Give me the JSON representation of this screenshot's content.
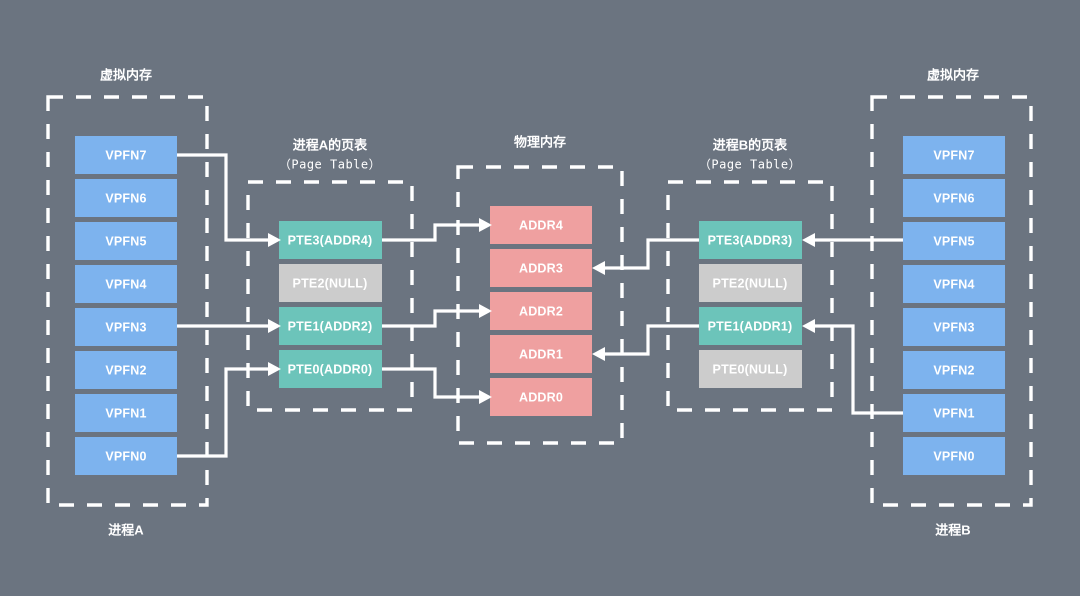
{
  "theme": {
    "background": "#6b7480",
    "line": "#ffffff",
    "blue": "#7db3ee",
    "teal": "#6cc4ba",
    "gray": "#cccccc",
    "pink": "#efa0a0",
    "text": "#ffffff"
  },
  "left_virtual_memory": {
    "title": "虚拟内存",
    "process_label": "进程A",
    "pages": [
      {
        "label": "VPFN7"
      },
      {
        "label": "VPFN6"
      },
      {
        "label": "VPFN5"
      },
      {
        "label": "VPFN4"
      },
      {
        "label": "VPFN3"
      },
      {
        "label": "VPFN2"
      },
      {
        "label": "VPFN1"
      },
      {
        "label": "VPFN0"
      }
    ]
  },
  "page_table_a": {
    "title": "进程A的页表",
    "subtitle": "（Page Table）",
    "entries": [
      {
        "label": "PTE3(ADDR4)",
        "state": "mapped"
      },
      {
        "label": "PTE2(NULL)",
        "state": "null"
      },
      {
        "label": "PTE1(ADDR2)",
        "state": "mapped"
      },
      {
        "label": "PTE0(ADDR0)",
        "state": "mapped"
      }
    ]
  },
  "physical_memory": {
    "title": "物理内存",
    "frames": [
      {
        "label": "ADDR4"
      },
      {
        "label": "ADDR3"
      },
      {
        "label": "ADDR2"
      },
      {
        "label": "ADDR1"
      },
      {
        "label": "ADDR0"
      }
    ]
  },
  "page_table_b": {
    "title": "进程B的页表",
    "subtitle": "（Page Table）",
    "entries": [
      {
        "label": "PTE3(ADDR3)",
        "state": "mapped"
      },
      {
        "label": "PTE2(NULL)",
        "state": "null"
      },
      {
        "label": "PTE1(ADDR1)",
        "state": "mapped"
      },
      {
        "label": "PTE0(NULL)",
        "state": "null"
      }
    ]
  },
  "right_virtual_memory": {
    "title": "虚拟内存",
    "process_label": "进程B",
    "pages": [
      {
        "label": "VPFN7"
      },
      {
        "label": "VPFN6"
      },
      {
        "label": "VPFN5"
      },
      {
        "label": "VPFN4"
      },
      {
        "label": "VPFN3"
      },
      {
        "label": "VPFN2"
      },
      {
        "label": "VPFN1"
      },
      {
        "label": "VPFN0"
      }
    ]
  },
  "mappings": {
    "process_a": [
      {
        "from": "VPFN7",
        "to": "PTE3(ADDR4)"
      },
      {
        "from": "VPFN3",
        "to": "PTE1(ADDR2)"
      },
      {
        "from": "VPFN0",
        "to": "PTE0(ADDR0)"
      },
      {
        "from": "PTE3(ADDR4)",
        "to": "ADDR4"
      },
      {
        "from": "PTE1(ADDR2)",
        "to": "ADDR2"
      },
      {
        "from": "PTE0(ADDR0)",
        "to": "ADDR0"
      }
    ],
    "process_b": [
      {
        "from": "VPFN5",
        "to": "PTE3(ADDR3)"
      },
      {
        "from": "VPFN1",
        "to": "PTE1(ADDR1)"
      },
      {
        "from": "PTE3(ADDR3)",
        "to": "ADDR3"
      },
      {
        "from": "PTE1(ADDR1)",
        "to": "ADDR1"
      }
    ]
  }
}
